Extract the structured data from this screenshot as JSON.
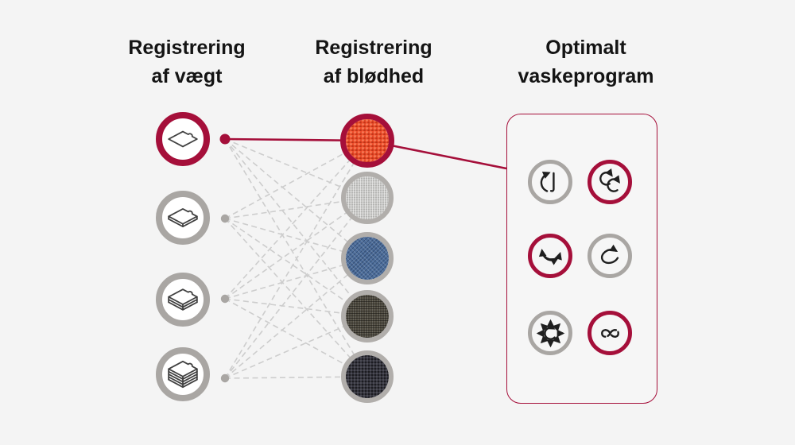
{
  "colors": {
    "brand": "#a50f3a",
    "gray_ring": "#a9a6a3",
    "gray_ring_light": "#b1aeab",
    "dash_line": "#cdcdcd",
    "ink": "#141414",
    "icon_stroke": "#1f1f1f",
    "background": "#f4f4f4",
    "fabric_orange": "#ee4e2c",
    "fabric_light_gray": "#c7c7c5",
    "fabric_denim_blue": "#4d6d9a",
    "fabric_dark_olive": "#4e4a3f",
    "fabric_navy": "#35353f"
  },
  "columns": {
    "weight": {
      "title_line1": "Registrering",
      "title_line2": "af vægt",
      "items": [
        {
          "name": "weight-light-single-sheet",
          "layers": 1,
          "highlight": true
        },
        {
          "name": "weight-medium-two-layers",
          "layers": 2,
          "highlight": false
        },
        {
          "name": "weight-heavy-three-layers",
          "layers": 3,
          "highlight": false
        },
        {
          "name": "weight-heaviest-five-layers",
          "layers": 5,
          "highlight": false
        }
      ]
    },
    "softness": {
      "title_line1": "Registrering",
      "title_line2": "af blødhed",
      "items": [
        {
          "name": "fabric-orange-knit",
          "texture": "knit-orange",
          "base": "#ee4e2c",
          "highlight": true
        },
        {
          "name": "fabric-light-linen",
          "texture": "linen-light",
          "base": "#c7c7c5",
          "highlight": false
        },
        {
          "name": "fabric-blue-denim",
          "texture": "denim-blue",
          "base": "#4d6d9a",
          "highlight": false
        },
        {
          "name": "fabric-dark-burlap",
          "texture": "burlap-dark",
          "base": "#4e4a3f",
          "highlight": false
        },
        {
          "name": "fabric-navy-knit",
          "texture": "knit-navy",
          "base": "#35353f",
          "highlight": false
        }
      ]
    },
    "program": {
      "title_line1": "Optimalt",
      "title_line2": "vaskeprogram",
      "icons": [
        {
          "name": "tumble-motion-icon",
          "glyph": "tumble",
          "highlight": false
        },
        {
          "name": "rolling-motion-icon",
          "glyph": "rolling",
          "highlight": true
        },
        {
          "name": "swing-motion-icon",
          "glyph": "swing",
          "highlight": true
        },
        {
          "name": "stepping-motion-icon",
          "glyph": "stepping",
          "highlight": false
        },
        {
          "name": "scrubbing-motion-icon",
          "glyph": "scrub",
          "highlight": false
        },
        {
          "name": "filtration-motion-icon",
          "glyph": "infinity",
          "highlight": true
        }
      ]
    }
  },
  "connections": {
    "highlighted_pair": {
      "weight_index": 0,
      "softness_index": 0
    },
    "highlighted_connects_to_program_box": true,
    "all_weight_to_softness_pairs_dashed": true
  }
}
